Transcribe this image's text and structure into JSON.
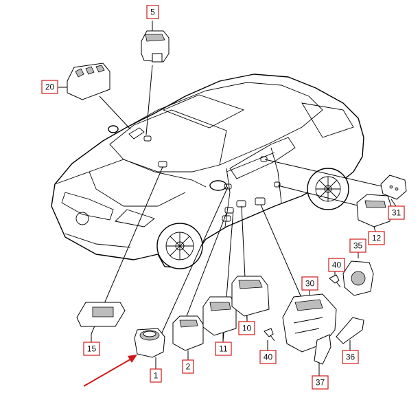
{
  "colors": {
    "callout_border": "#d01818",
    "arrow": "#d01818",
    "line": "#000000"
  },
  "callouts": {
    "c1": "1",
    "c2": "2",
    "c5": "5",
    "c10": "10",
    "c11": "11",
    "c12": "12",
    "c15": "15",
    "c20": "20",
    "c30": "30",
    "c31": "31",
    "c35": "35",
    "c36": "36",
    "c37": "37",
    "c40a": "40",
    "c40b": "40"
  },
  "highlight": {
    "icon": "red-arrow-icon",
    "target_part": "1"
  }
}
